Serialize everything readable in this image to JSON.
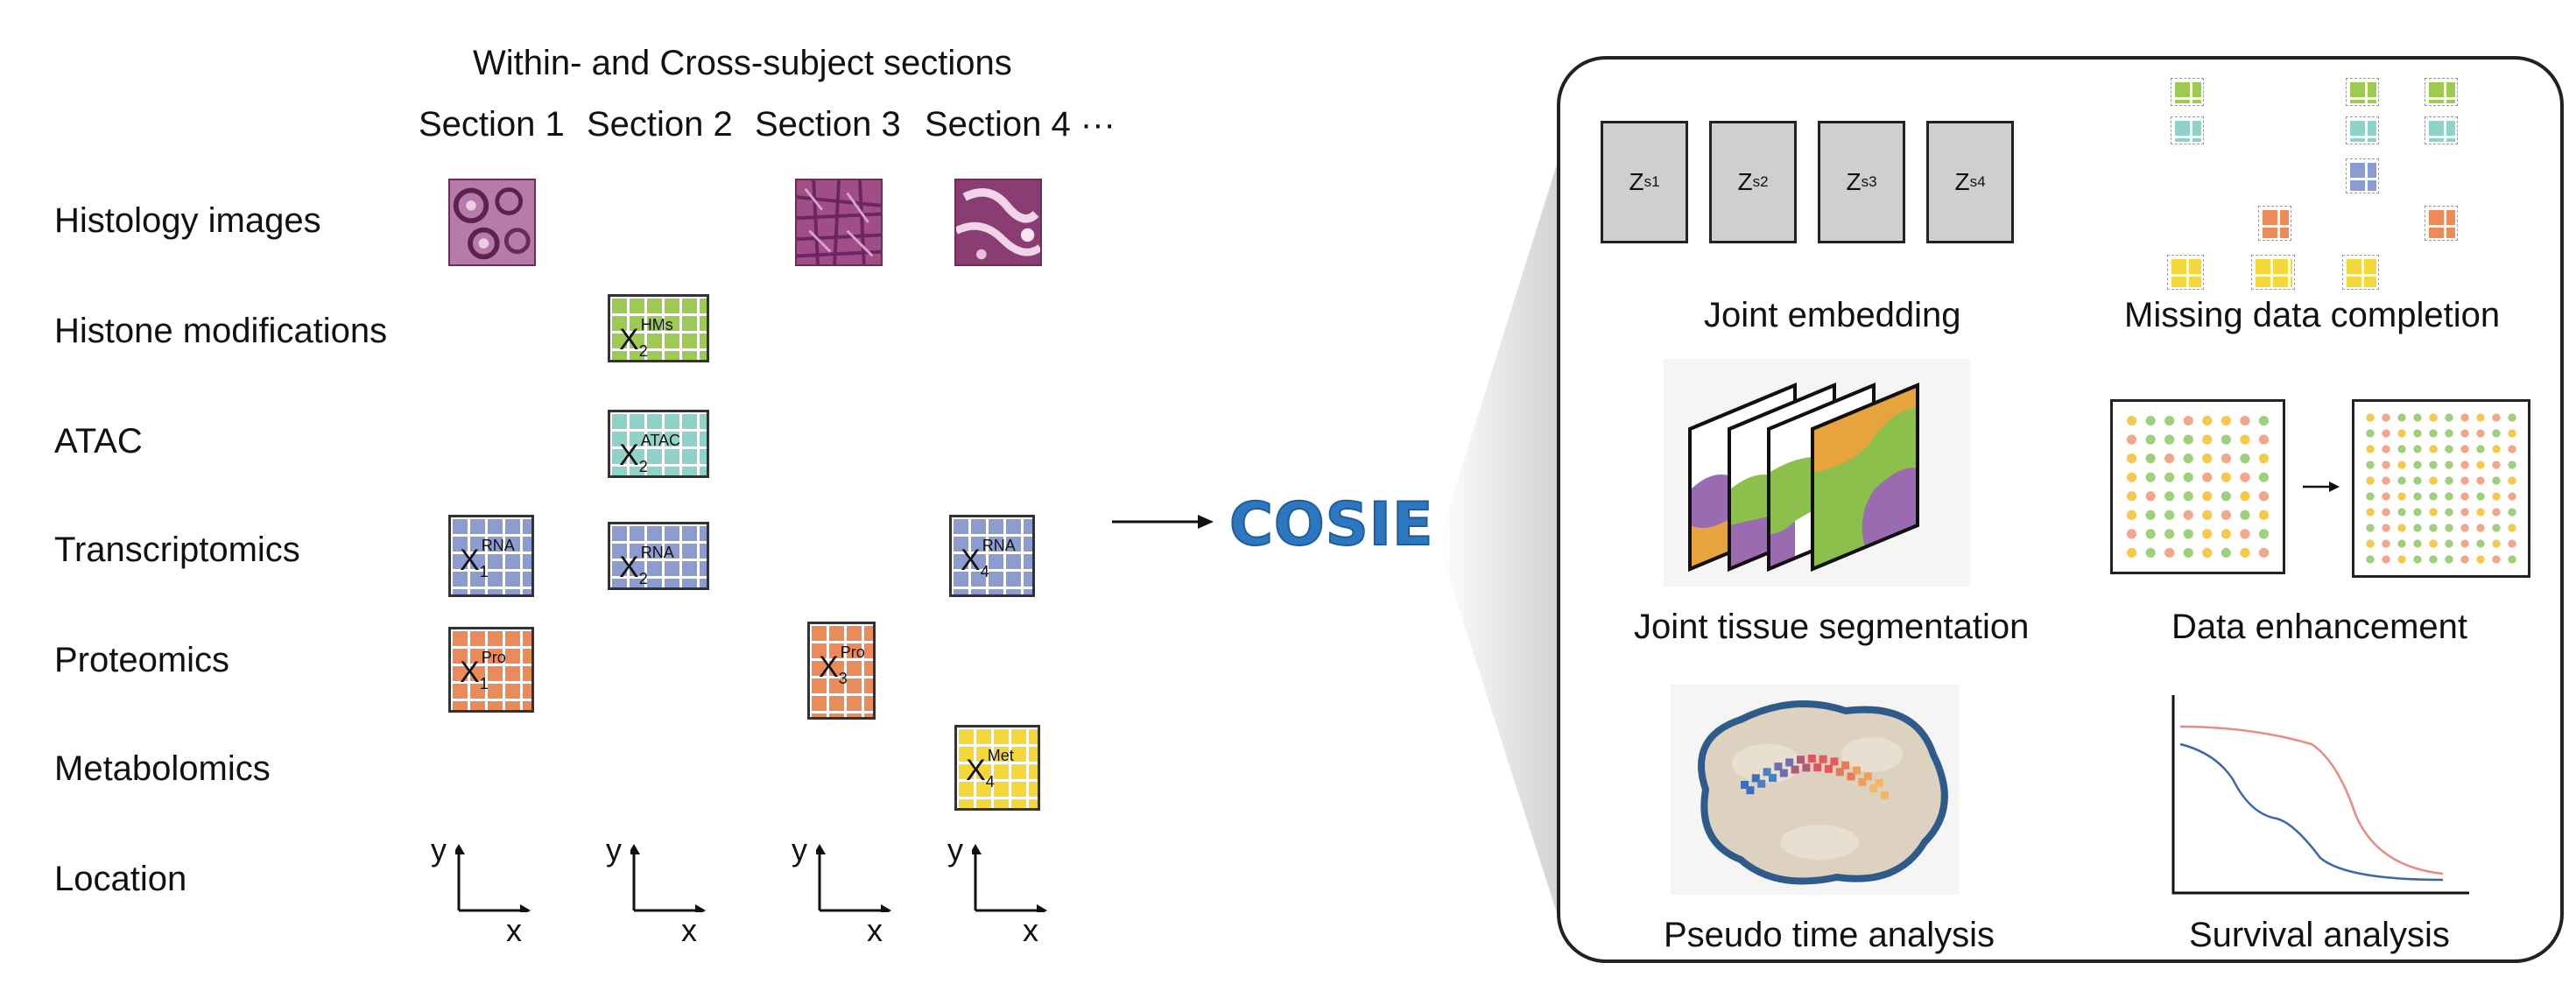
{
  "header": {
    "title": "Within- and Cross-subject sections",
    "sections": [
      "Section 1",
      "Section 2",
      "Section 3",
      "Section 4 ···"
    ]
  },
  "rows": {
    "histology": "Histology images",
    "histone": "Histone modifications",
    "atac": "ATAC",
    "transcriptomics": "Transcriptomics",
    "proteomics": "Proteomics",
    "metabolomics": "Metabolomics",
    "location": "Location"
  },
  "tiles": {
    "hms": {
      "base": "X",
      "sub": "2",
      "sup": "HMs"
    },
    "atac": {
      "base": "X",
      "sub": "2",
      "sup": "ATAC"
    },
    "rna1": {
      "base": "X",
      "sub": "1",
      "sup": "RNA"
    },
    "rna2": {
      "base": "X",
      "sub": "2",
      "sup": "RNA"
    },
    "rna4": {
      "base": "X",
      "sub": "4",
      "sup": "RNA"
    },
    "pro1": {
      "base": "X",
      "sub": "1",
      "sup": "Pro"
    },
    "pro3": {
      "base": "X",
      "sub": "3",
      "sup": "Pro"
    },
    "met4": {
      "base": "X",
      "sub": "4",
      "sup": "Met"
    }
  },
  "axes": {
    "y": "y",
    "x": "x"
  },
  "logo": "COSIE",
  "panel": {
    "embeddings": [
      {
        "base": "Z",
        "sup": "s1"
      },
      {
        "base": "Z",
        "sup": "s2"
      },
      {
        "base": "Z",
        "sup": "s3"
      },
      {
        "base": "Z",
        "sup": "s4"
      }
    ],
    "joint_embedding": "Joint embedding",
    "missing_data": "Missing data completion",
    "segmentation": "Joint tissue segmentation",
    "enhancement": "Data enhancement",
    "pseudotime": "Pseudo time analysis",
    "survival": "Survival analysis"
  },
  "colors": {
    "rna": "#8c9bd0",
    "hms": "#9dcb52",
    "atac": "#8fd3c8",
    "pro": "#ec8a59",
    "met": "#f3d83c",
    "logo": "#2c77c0",
    "purple": "#9a6bb0",
    "survival_red": "#e88a86",
    "survival_blue": "#3f66a8"
  }
}
